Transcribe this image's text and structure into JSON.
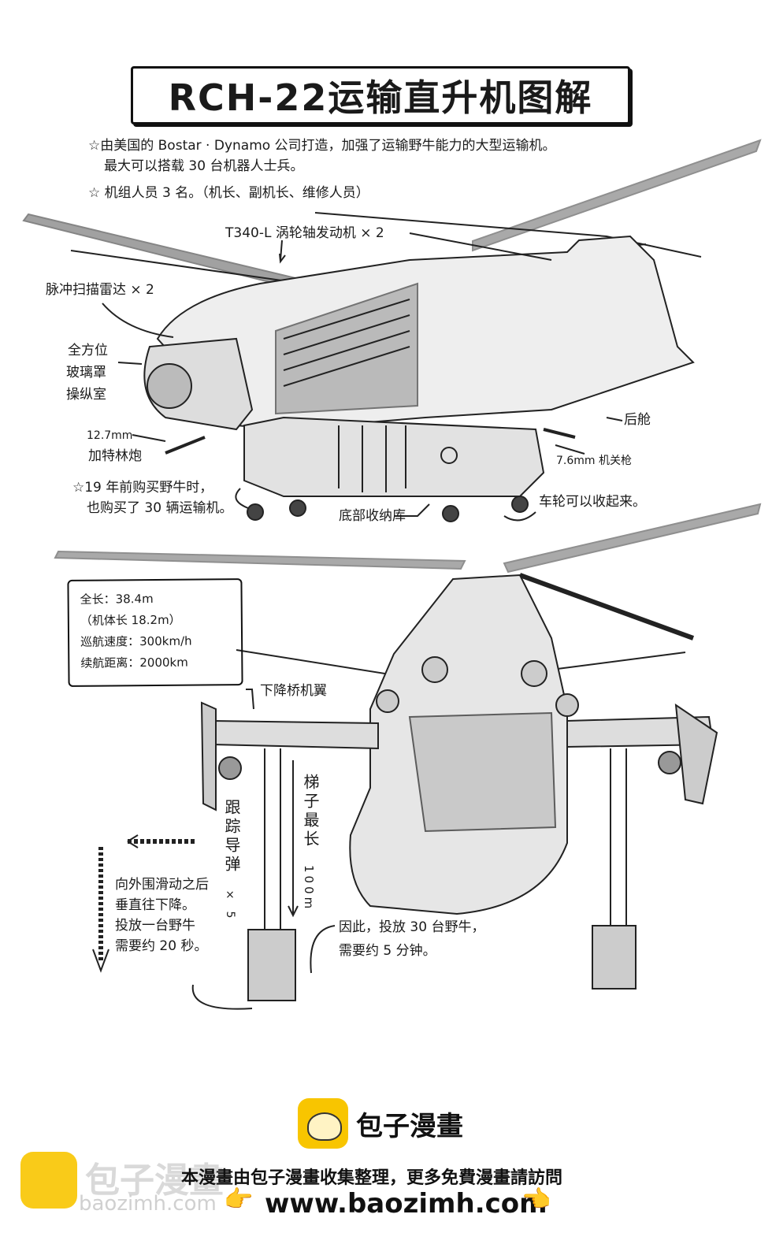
{
  "title": "RCH-22运输直升机图解",
  "intro": {
    "line1": "☆由美国的 Bostar · Dynamo 公司打造，加强了运输野牛能力的大型运输机。",
    "line2": "最大可以搭载 30 台机器人士兵。",
    "line3": "☆ 机组人员 3 名。（机长、副机长、维修人员）"
  },
  "labels": {
    "engine": "T340-L 涡轮轴发动机 × 2",
    "radar": "脉冲扫描雷达 × 2",
    "cockpit1": "全方位",
    "cockpit2": "玻璃罩",
    "cockpit3": "操纵室",
    "gun_size": "12.7mm",
    "gatling": "加特林炮",
    "rear": "后舱",
    "mg": "7.6mm 机关枪",
    "history1": "☆19 年前购买野牛时，",
    "history2": "也购买了 30 辆运输机。",
    "storage": "底部收纳库",
    "wheels": "车轮可以收起来。",
    "wing": "下降桥机翼",
    "missile": "跟踪导弹",
    "missile_count": "× 5",
    "ladder": "梯子最长",
    "ladder_len": "100m",
    "slide1": "向外围滑动之后",
    "slide2": "垂直往下降。",
    "slide3": "投放一台野牛",
    "slide4": "需要约 20 秒。",
    "drop1": "因此，投放 30 台野牛，",
    "drop2": "需要约 5 分钟。"
  },
  "specs": {
    "length": "全长：38.4m",
    "body": "（机体长 18.2m）",
    "speed": "巡航速度：300km/h",
    "range": "续航距离：2000km"
  },
  "footer": {
    "brand": "包子漫畫",
    "watermark": "包子漫畫",
    "watermark_url": "baozimh.com",
    "notice": "本漫畫由包子漫畫收集整理，更多免費漫畫請訪問",
    "url": "www.baozimh.com",
    "colors": {
      "bun": "#f8c500"
    }
  }
}
